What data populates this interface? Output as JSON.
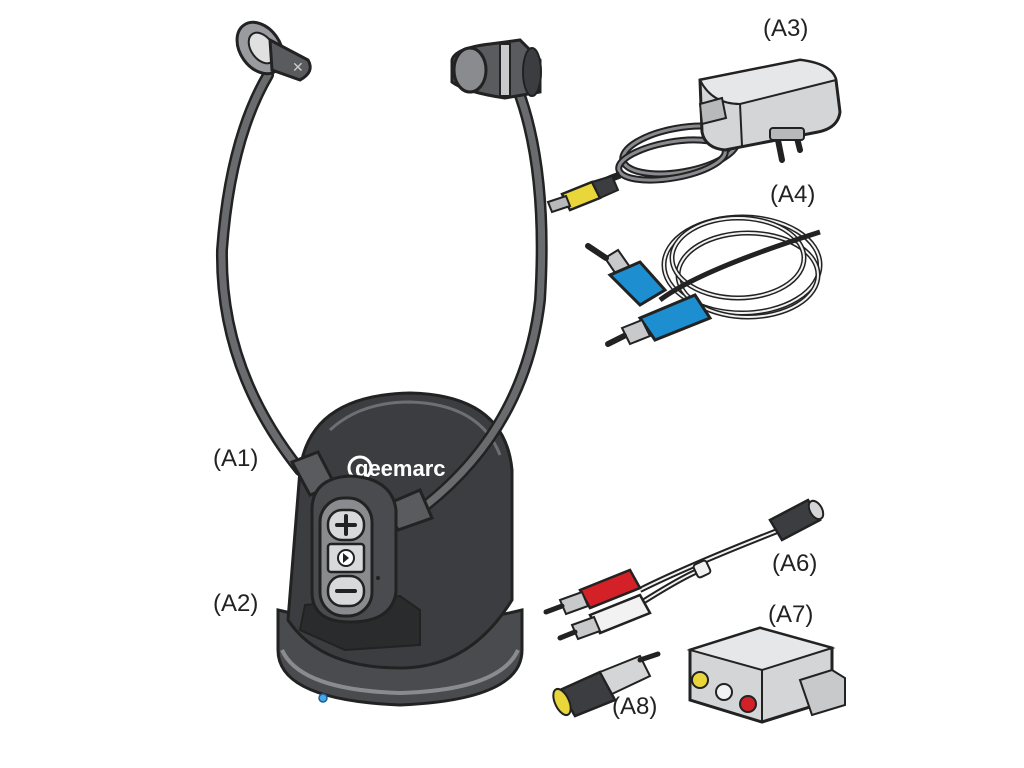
{
  "labels": {
    "a1": "(A1)",
    "a2": "(A2)",
    "a3": "(A3)",
    "a4": "(A4)",
    "a6": "(A6)",
    "a7": "(A7)",
    "a8": "(A8)"
  },
  "brand": "geemarc",
  "colors": {
    "outline": "#222222",
    "body_dark": "#3c3d40",
    "body_mid": "#5a5b5e",
    "body_light": "#8a8b8e",
    "adapter_gray": "#d4d5d7",
    "plug_yellow": "#e8d63a",
    "plug_blue": "#1d8fd0",
    "plug_red": "#d42027",
    "plug_white": "#f2f2f2",
    "led_blue": "#4aa8e8"
  },
  "icons": {
    "volume_up": "plus-icon",
    "mode": "speaker-icon",
    "volume_down": "minus-icon"
  }
}
